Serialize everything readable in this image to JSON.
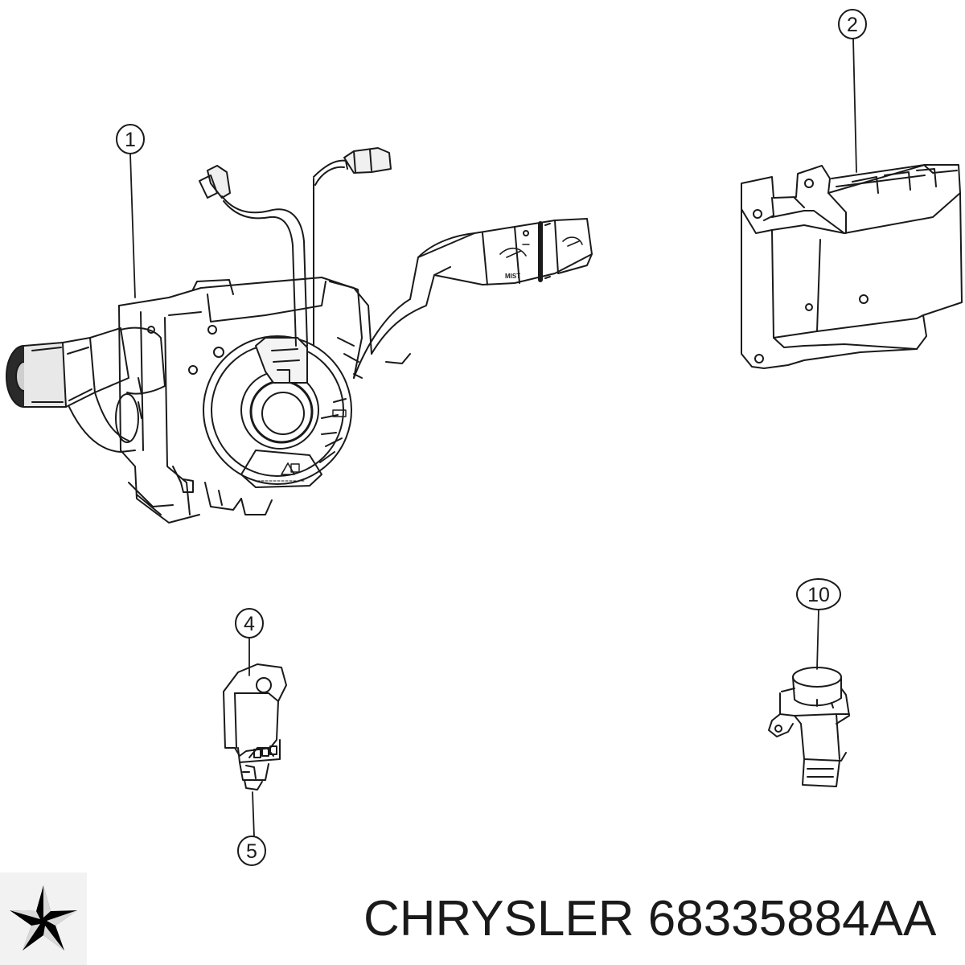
{
  "callouts": [
    {
      "number": "1"
    },
    {
      "number": "2"
    },
    {
      "number": "4"
    },
    {
      "number": "5"
    },
    {
      "number": "10"
    }
  ],
  "panel_text": {
    "mist": "MIST"
  },
  "caption": {
    "brand": "CHRYSLER",
    "part_number": "68335884AA",
    "full": "CHRYSLER 68335884AA"
  },
  "colors": {
    "line": "#1a1a1a",
    "background": "#ffffff",
    "logo_light": "#f2f2f2",
    "logo_dark": "#000000"
  },
  "icons": {
    "brand_logo": "chrysler-pentastar-icon",
    "warning": "warning-triangle-icon",
    "wiper": "wiper-icon"
  }
}
